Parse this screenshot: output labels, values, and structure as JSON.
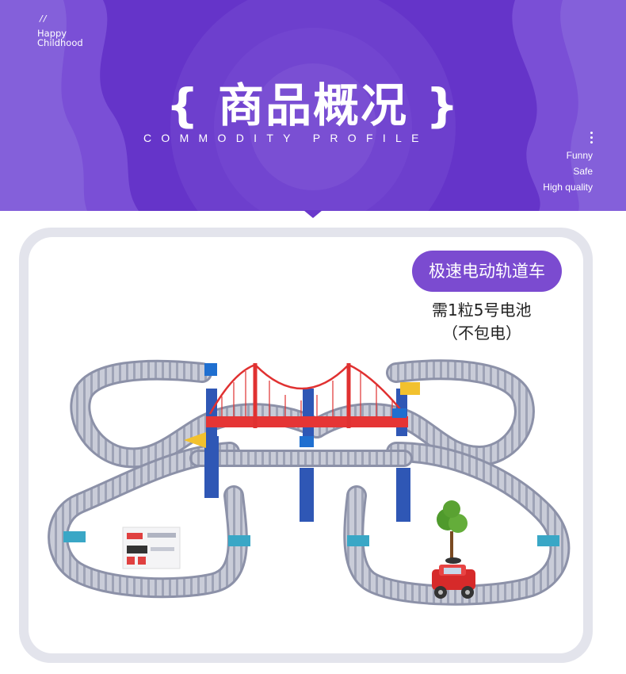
{
  "header": {
    "slash": "//",
    "left_lines": [
      "Happy",
      "Childhood"
    ],
    "title": "{ 商品概况 }",
    "subtitle": "COMMODITY PROFILE",
    "right_lines": [
      "Funny",
      "Safe",
      "High quality"
    ],
    "bg_color": "#6a38cc"
  },
  "product": {
    "badge": "极速电动轨道车",
    "battery_note": "需1粒5号电池",
    "battery_excluded": "（不包电）",
    "accent_color": "#7b4bd0",
    "image": "toy-track-set-with-bridge"
  }
}
